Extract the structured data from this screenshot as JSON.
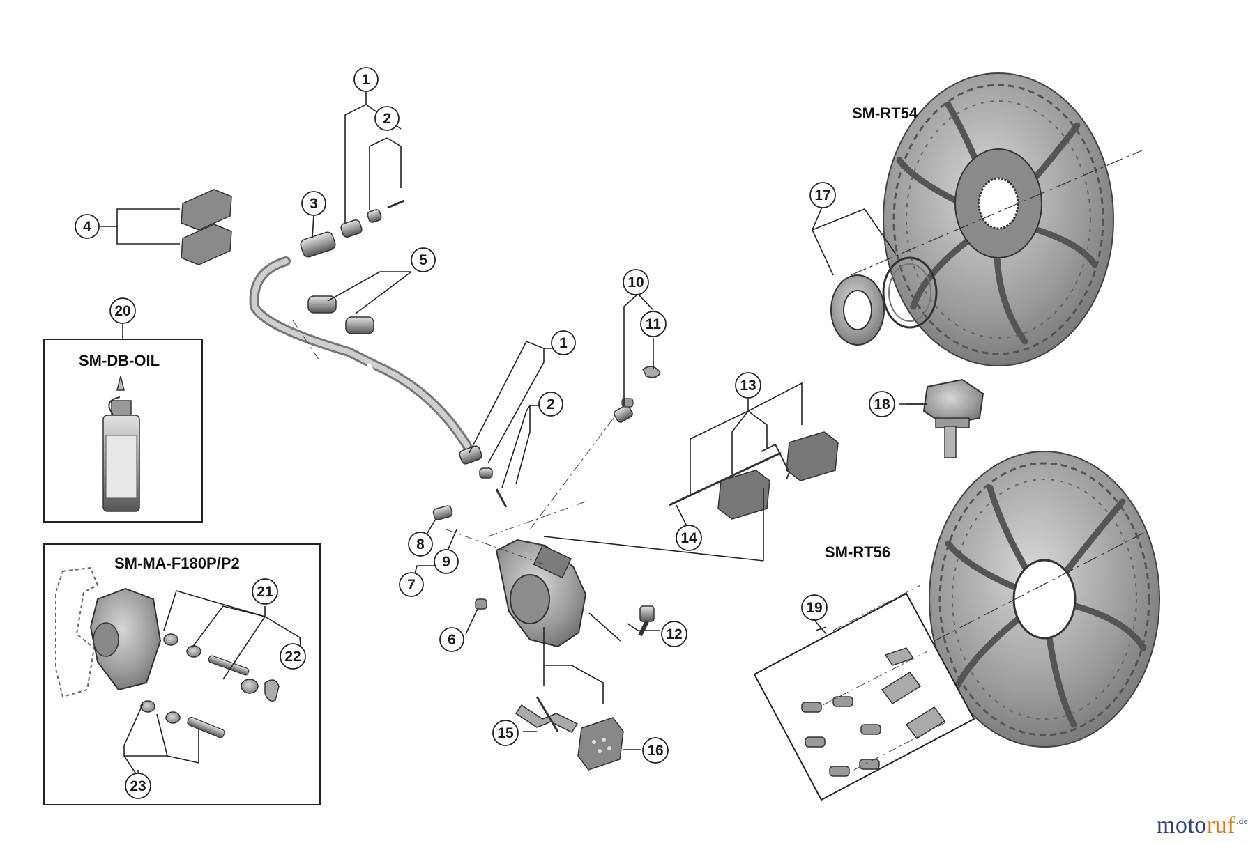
{
  "labels": {
    "sm_rt54": "SM-RT54",
    "sm_rt56": "SM-RT56",
    "sm_db_oil": "SM-DB-OIL",
    "sm_ma": "SM-MA-F180P/P2"
  },
  "callouts": {
    "c1a": "1",
    "c2a": "2",
    "c3": "3",
    "c4": "4",
    "c5": "5",
    "c20": "20",
    "c1b": "1",
    "c2b": "2",
    "c10": "10",
    "c11": "11",
    "c13": "13",
    "c14": "14",
    "c17": "17",
    "c18": "18",
    "c19": "19",
    "c8": "8",
    "c9": "9",
    "c7": "7",
    "c6": "6",
    "c12": "12",
    "c15": "15",
    "c16": "16",
    "c21": "21",
    "c22": "22",
    "c23": "23"
  },
  "watermark": {
    "part1": "moto",
    "part2": "ruf",
    "tld": ".de"
  },
  "colors": {
    "part_fill": "#9a9a9a",
    "part_dark": "#5c5c5c",
    "line": "#333333"
  }
}
